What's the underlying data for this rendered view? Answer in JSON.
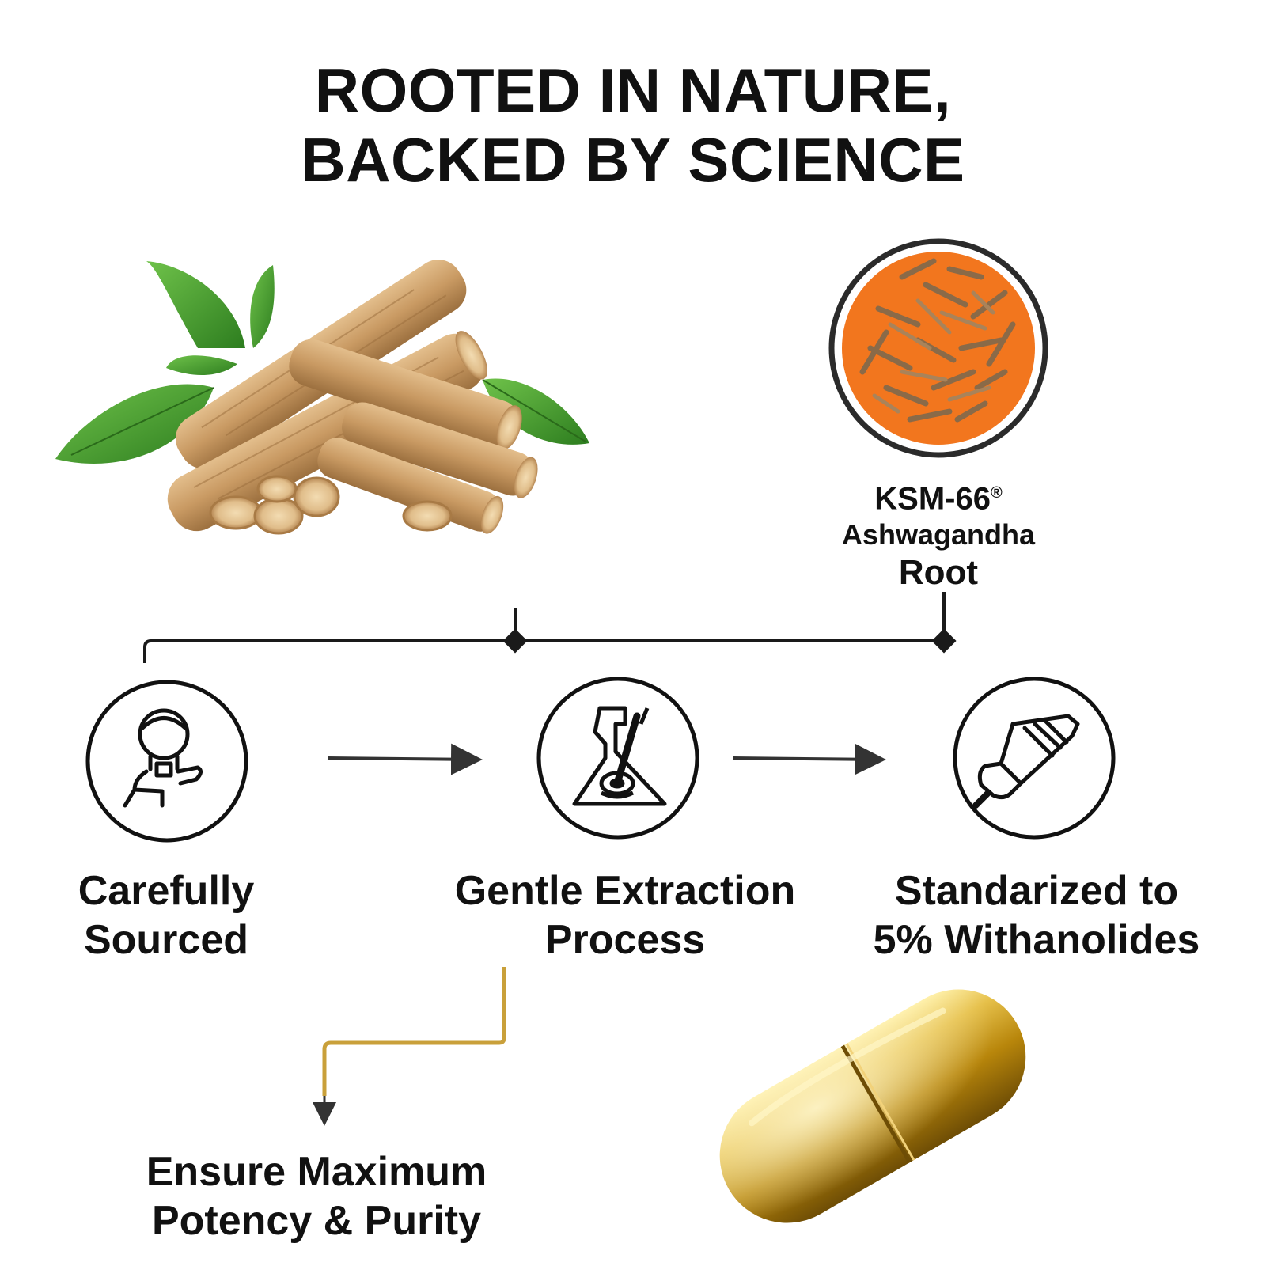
{
  "headline": {
    "line1": "ROOTED IN NATURE,",
    "line2": "BACKED BY SCIENCE"
  },
  "ingredient": {
    "name": "KSM-66",
    "mark": "®",
    "line2": "Ashwagandha",
    "line3": "Root"
  },
  "steps": [
    {
      "line1": "Carefully",
      "line2": "Sourced",
      "icon": "person-icon"
    },
    {
      "line1": "Gentle Extraction",
      "line2": "Process",
      "icon": "flask-icon"
    },
    {
      "line1": "Standarized to",
      "line2": "5% Withanolides",
      "icon": "dropper-icon"
    }
  ],
  "result": {
    "line1": "Ensure Maximum",
    "line2": "Potency & Purity"
  },
  "colors": {
    "line": "#1a1a1a",
    "gold_line": "#c9a03a",
    "orange": "#f2761e",
    "root": "#c99a63",
    "leaf": "#3e9a2c",
    "capsule": "#b8860b"
  }
}
